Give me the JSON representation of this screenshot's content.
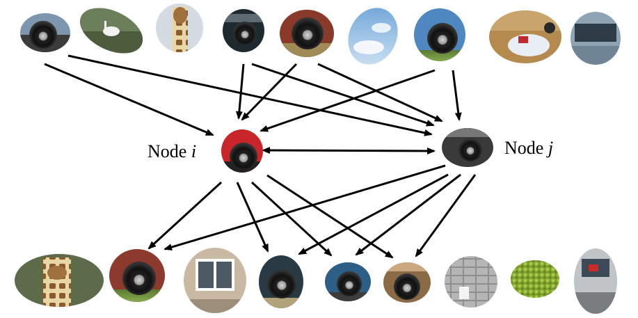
{
  "labels": {
    "node_i_text": "Node ",
    "node_i_var": "i",
    "node_j_text": "Node ",
    "node_j_var": "j"
  },
  "colors": {
    "edge": "#000000",
    "background": "#ffffff"
  },
  "thumbnails": {
    "top_row": [
      {
        "id": "t1",
        "subject": "car-wheel"
      },
      {
        "id": "t2",
        "subject": "bird"
      },
      {
        "id": "t3",
        "subject": "giraffe"
      },
      {
        "id": "t4",
        "subject": "car-wheel"
      },
      {
        "id": "t5",
        "subject": "car-wheel"
      },
      {
        "id": "t6",
        "subject": "sky"
      },
      {
        "id": "t7",
        "subject": "car-wheel"
      },
      {
        "id": "t8",
        "subject": "motorcycle"
      },
      {
        "id": "t9",
        "subject": "car-window"
      }
    ],
    "bottom_row": [
      {
        "id": "b1",
        "subject": "giraffe"
      },
      {
        "id": "b2",
        "subject": "car-wheel"
      },
      {
        "id": "b3",
        "subject": "building-window"
      },
      {
        "id": "b4",
        "subject": "car-wheel"
      },
      {
        "id": "b5",
        "subject": "car-wheel"
      },
      {
        "id": "b6",
        "subject": "car-wheel"
      },
      {
        "id": "b7",
        "subject": "stone-wall"
      },
      {
        "id": "b8",
        "subject": "shrub"
      },
      {
        "id": "b9",
        "subject": "car-rear"
      }
    ]
  },
  "edges": [
    {
      "from": "t1",
      "to": "node-i"
    },
    {
      "from": "t1",
      "to": "node-j"
    },
    {
      "from": "t4",
      "to": "node-i"
    },
    {
      "from": "t4",
      "to": "node-j"
    },
    {
      "from": "t5",
      "to": "node-i"
    },
    {
      "from": "t5",
      "to": "node-j"
    },
    {
      "from": "t7",
      "to": "node-i"
    },
    {
      "from": "t7",
      "to": "node-j"
    },
    {
      "from": "node-i",
      "to": "node-j",
      "bidirectional": true
    },
    {
      "from": "node-i",
      "to": "b2"
    },
    {
      "from": "node-i",
      "to": "b4"
    },
    {
      "from": "node-i",
      "to": "b5"
    },
    {
      "from": "node-i",
      "to": "b6"
    },
    {
      "from": "node-j",
      "to": "b2"
    },
    {
      "from": "node-j",
      "to": "b4"
    },
    {
      "from": "node-j",
      "to": "b5"
    },
    {
      "from": "node-j",
      "to": "b6"
    }
  ]
}
